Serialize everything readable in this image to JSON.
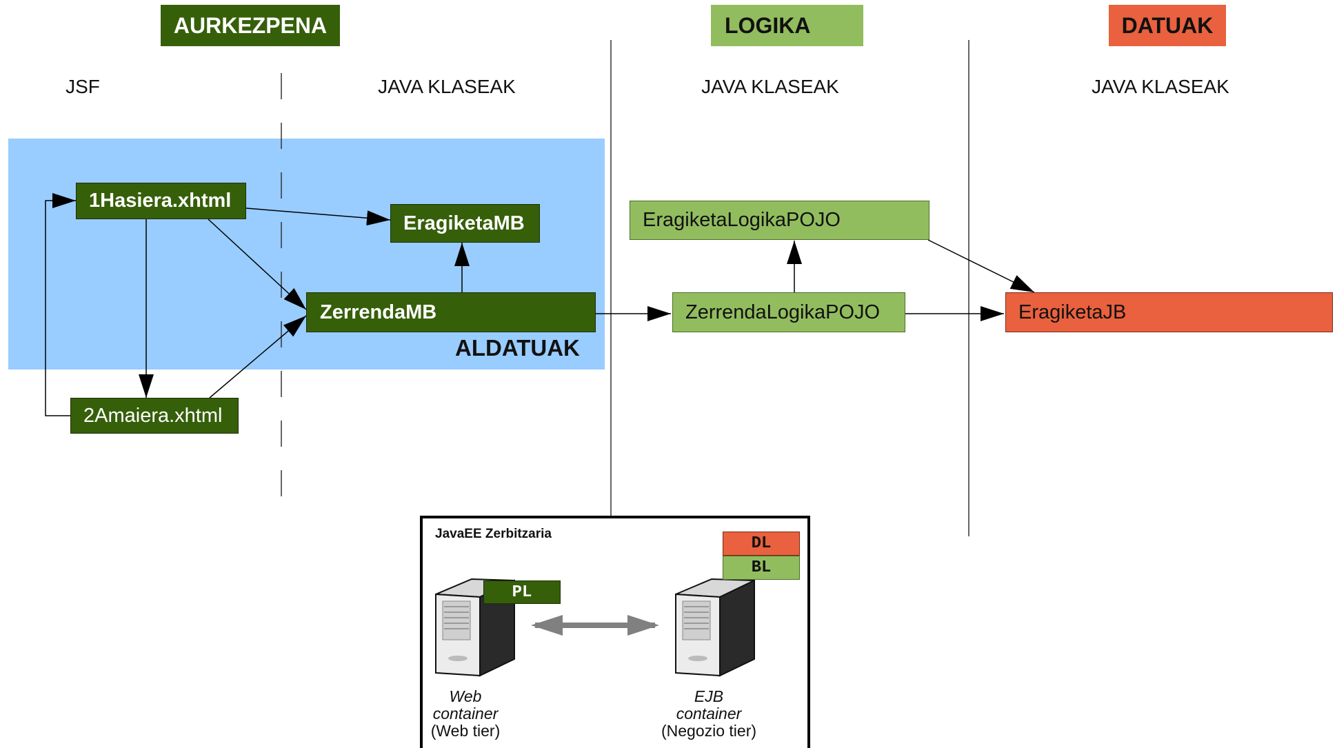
{
  "headers": {
    "aurkezpena": "AURKEZPENA",
    "logika": "LOGIKA",
    "datuak": "DATUAK"
  },
  "columns": {
    "jsf": "JSF",
    "pres_java": "JAVA KLASEAK",
    "logic_java": "JAVA KLASEAK",
    "data_java": "JAVA KLASEAK"
  },
  "changed_region_label": "ALDATUAK",
  "nodes": {
    "hasiera": "1Hasiera.xhtml",
    "amaiera": "2Amaiera.xhtml",
    "eragiketa_mb": "EragiketaMB",
    "zerrenda_mb": "ZerrendaMB",
    "eragiketa_logika": "EragiketaLogikaPOJO",
    "zerrenda_logika": "ZerrendaLogikaPOJO",
    "eragiketa_jb": "EragiketaJB"
  },
  "server": {
    "title": "JavaEE Zerbitzaria",
    "tags": {
      "pl": "PL",
      "dl": "DL",
      "bl": "BL"
    },
    "web": {
      "line1": "Web",
      "line2": "container",
      "line3": "(Web tier)"
    },
    "ejb": {
      "line1": "EJB",
      "line2": "container",
      "line3": "(Negozio tier)"
    }
  },
  "colors": {
    "presentation": "#365f0a",
    "logic": "#92bd5e",
    "data": "#e9613e",
    "changed_region": "#99ccff"
  }
}
